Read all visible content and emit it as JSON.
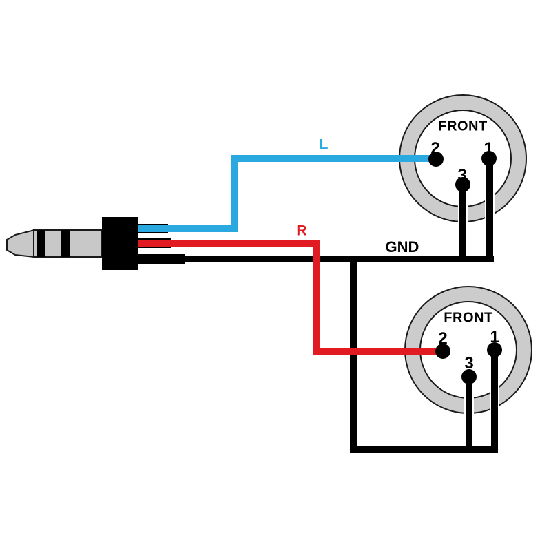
{
  "diagram_type": "audio wiring diagram",
  "labels": {
    "left": "L",
    "right": "R",
    "ground": "GND"
  },
  "colors": {
    "left_wire": "#29A9E0",
    "right_wire": "#E21B23",
    "ground_wire": "#000000",
    "connector_ring": "#CCCCCC",
    "plug_metal": "#C8C8C8",
    "plug_body": "#000000",
    "outline": "#1A1A1A",
    "background": "#FFFFFF"
  },
  "connectors": [
    {
      "id": "top-xlr",
      "label": "FRONT",
      "pins": [
        {
          "number": "2"
        },
        {
          "number": "1"
        },
        {
          "number": "3"
        }
      ]
    },
    {
      "id": "bottom-xlr",
      "label": "FRONT",
      "pins": [
        {
          "number": "2"
        },
        {
          "number": "1"
        },
        {
          "number": "3"
        }
      ]
    }
  ],
  "wires": [
    {
      "label": "L",
      "color": "#29A9E0",
      "from": "plug",
      "to": "top-xlr pin 2"
    },
    {
      "label": "R",
      "color": "#E21B23",
      "from": "plug",
      "to": "bottom-xlr pin 2"
    },
    {
      "label": "GND",
      "color": "#000000",
      "from": "plug",
      "to": "top-xlr pins 1+3 and bottom-xlr pins 1+3"
    }
  ]
}
